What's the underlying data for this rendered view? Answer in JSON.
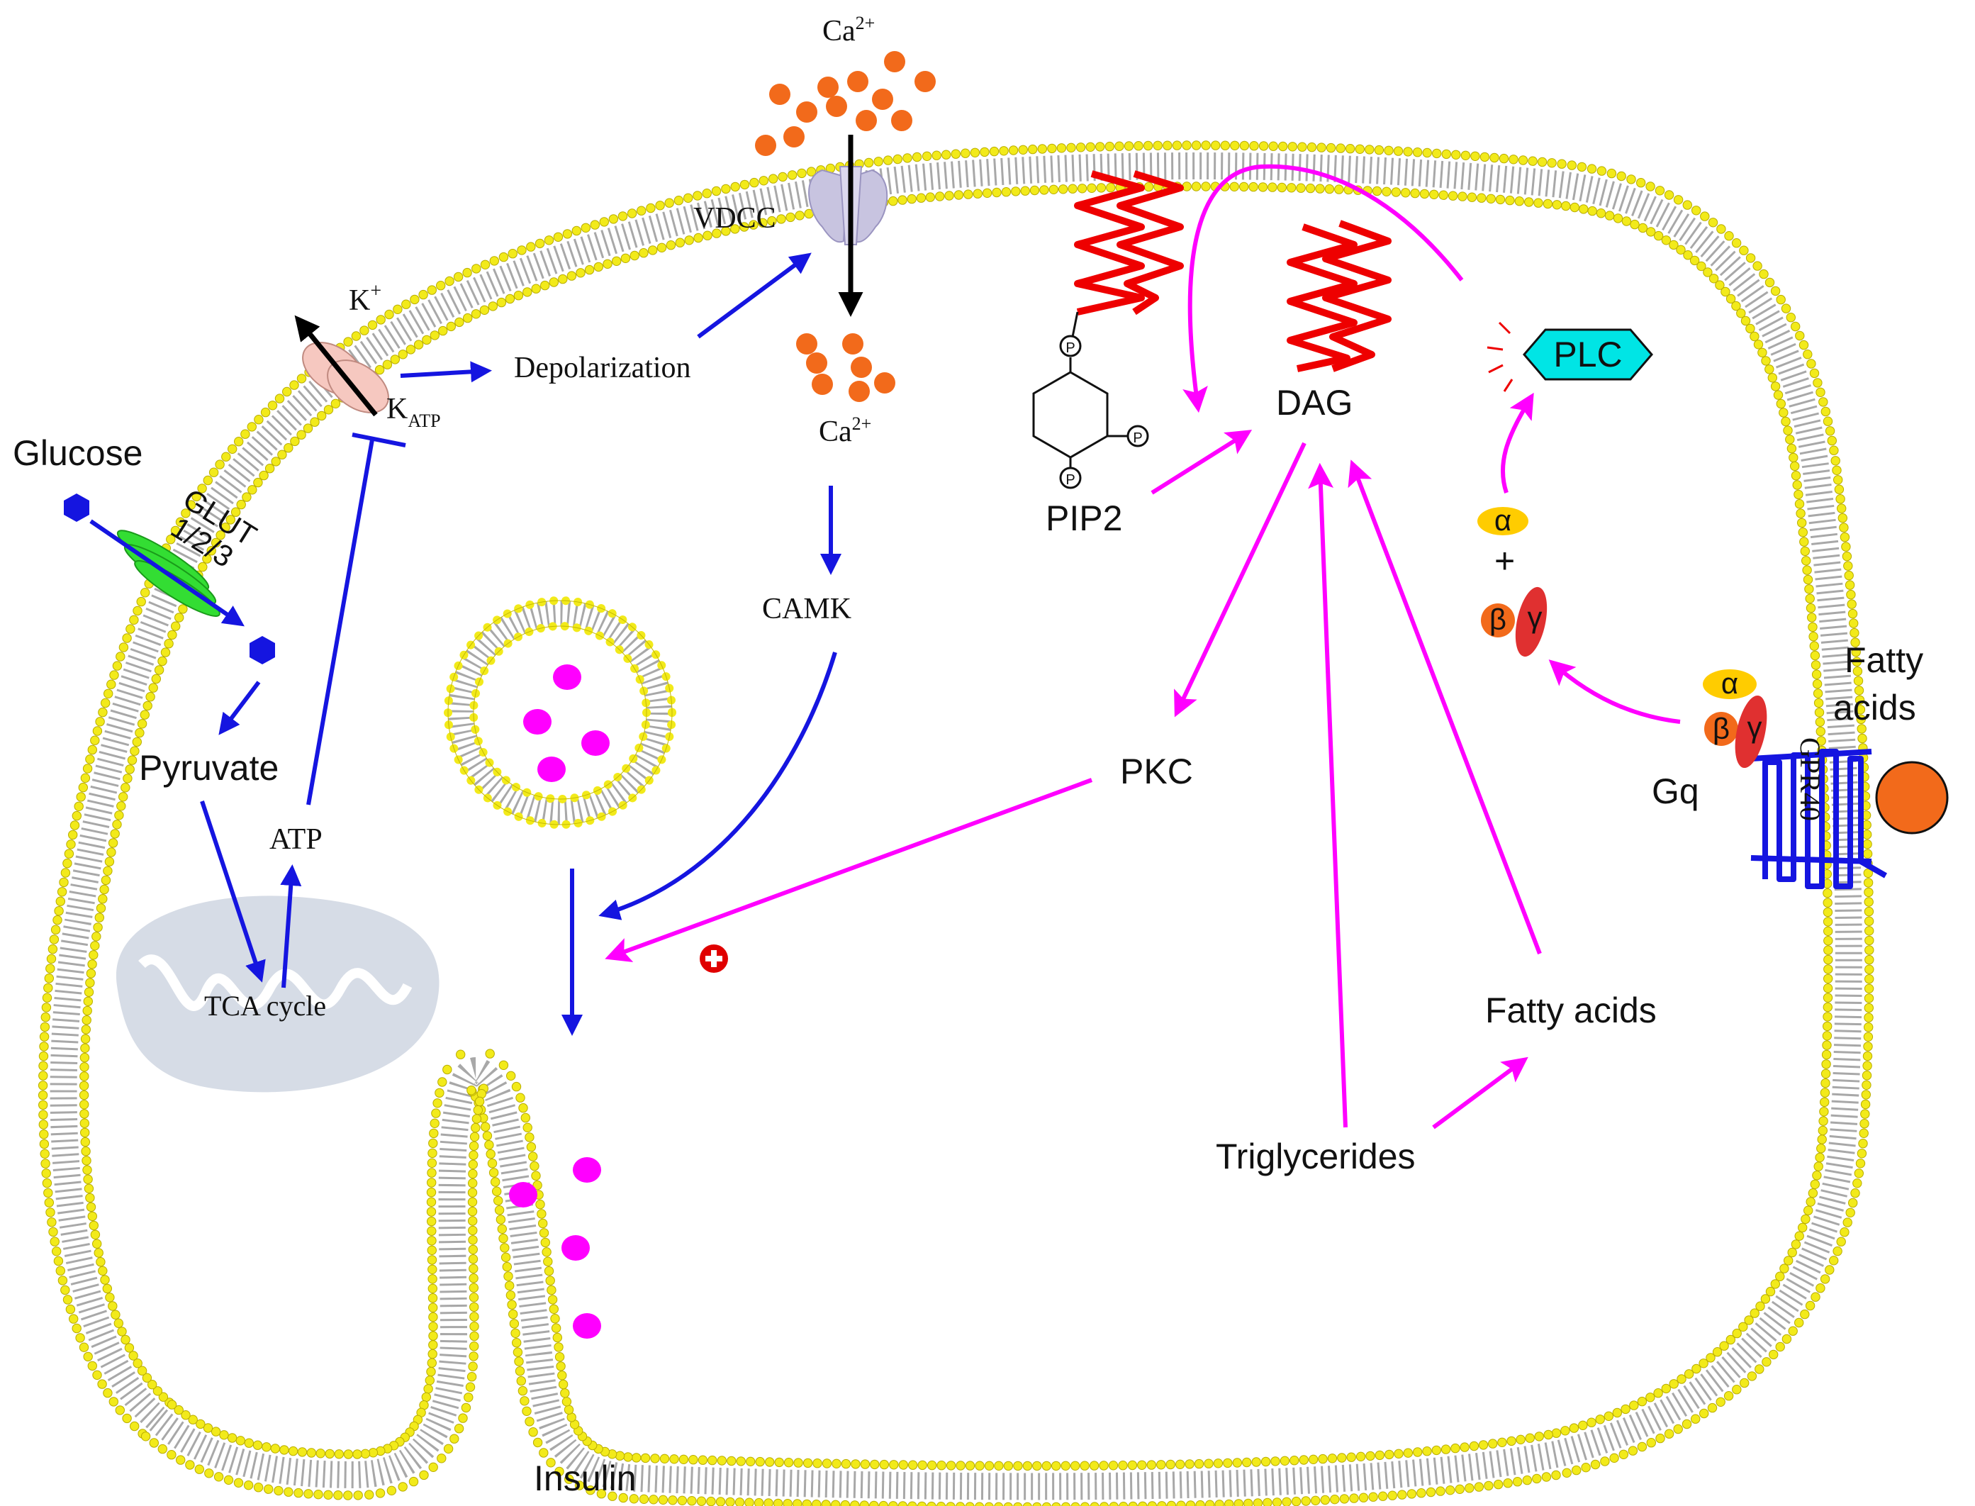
{
  "labels": {
    "glucose": "Glucose",
    "glut": "GLUT",
    "glut_sub": "1/2/3",
    "pyruvate": "Pyruvate",
    "atp": "ATP",
    "tca": "TCA cycle",
    "k_ion": "K",
    "k_ion_sup": "+",
    "katp": "K",
    "katp_sub": "ATP",
    "depolarization": "Depolarization",
    "vdcc": "VDCC",
    "ca_top": "Ca",
    "ca_top_sup": "2+",
    "ca_in": "Ca",
    "ca_in_sup": "2+",
    "camk": "CAMK",
    "pip2": "PIP2",
    "phosphate": "P",
    "dag": "DAG",
    "plc": "PLC",
    "alpha": "α",
    "plus": "+",
    "beta": "β",
    "gamma": "γ",
    "gq": "Gq",
    "gpr40": "GPR40",
    "fatty_acids_out_1": "Fatty",
    "fatty_acids_out_2": "acids",
    "pkc": "PKC",
    "fatty_acids_in": "Fatty acids",
    "triglycerides": "Triglycerides",
    "insulin": "Insulin"
  },
  "colors": {
    "membrane_head": "#f2ea1a",
    "membrane_tail": "#999999",
    "glucose": "#1515e0",
    "calcium": "#f26a1b",
    "insulin": "#ff00ff",
    "pathway_blue": "#1515e0",
    "pathway_magenta": "#ff00ff",
    "dag_chain": "#ee0000",
    "plc": "#00e5e5",
    "glut": "#33dd33",
    "vdcc": "#c8c4e0",
    "katp": "#f6c8c0",
    "alpha_subunit": "#ffcc00",
    "beta_subunit": "#f26a1b",
    "gamma_subunit": "#e03030",
    "mitochondrion": "#d6dce6"
  },
  "icons": {
    "positive_regulation": "plus-circle-icon"
  }
}
